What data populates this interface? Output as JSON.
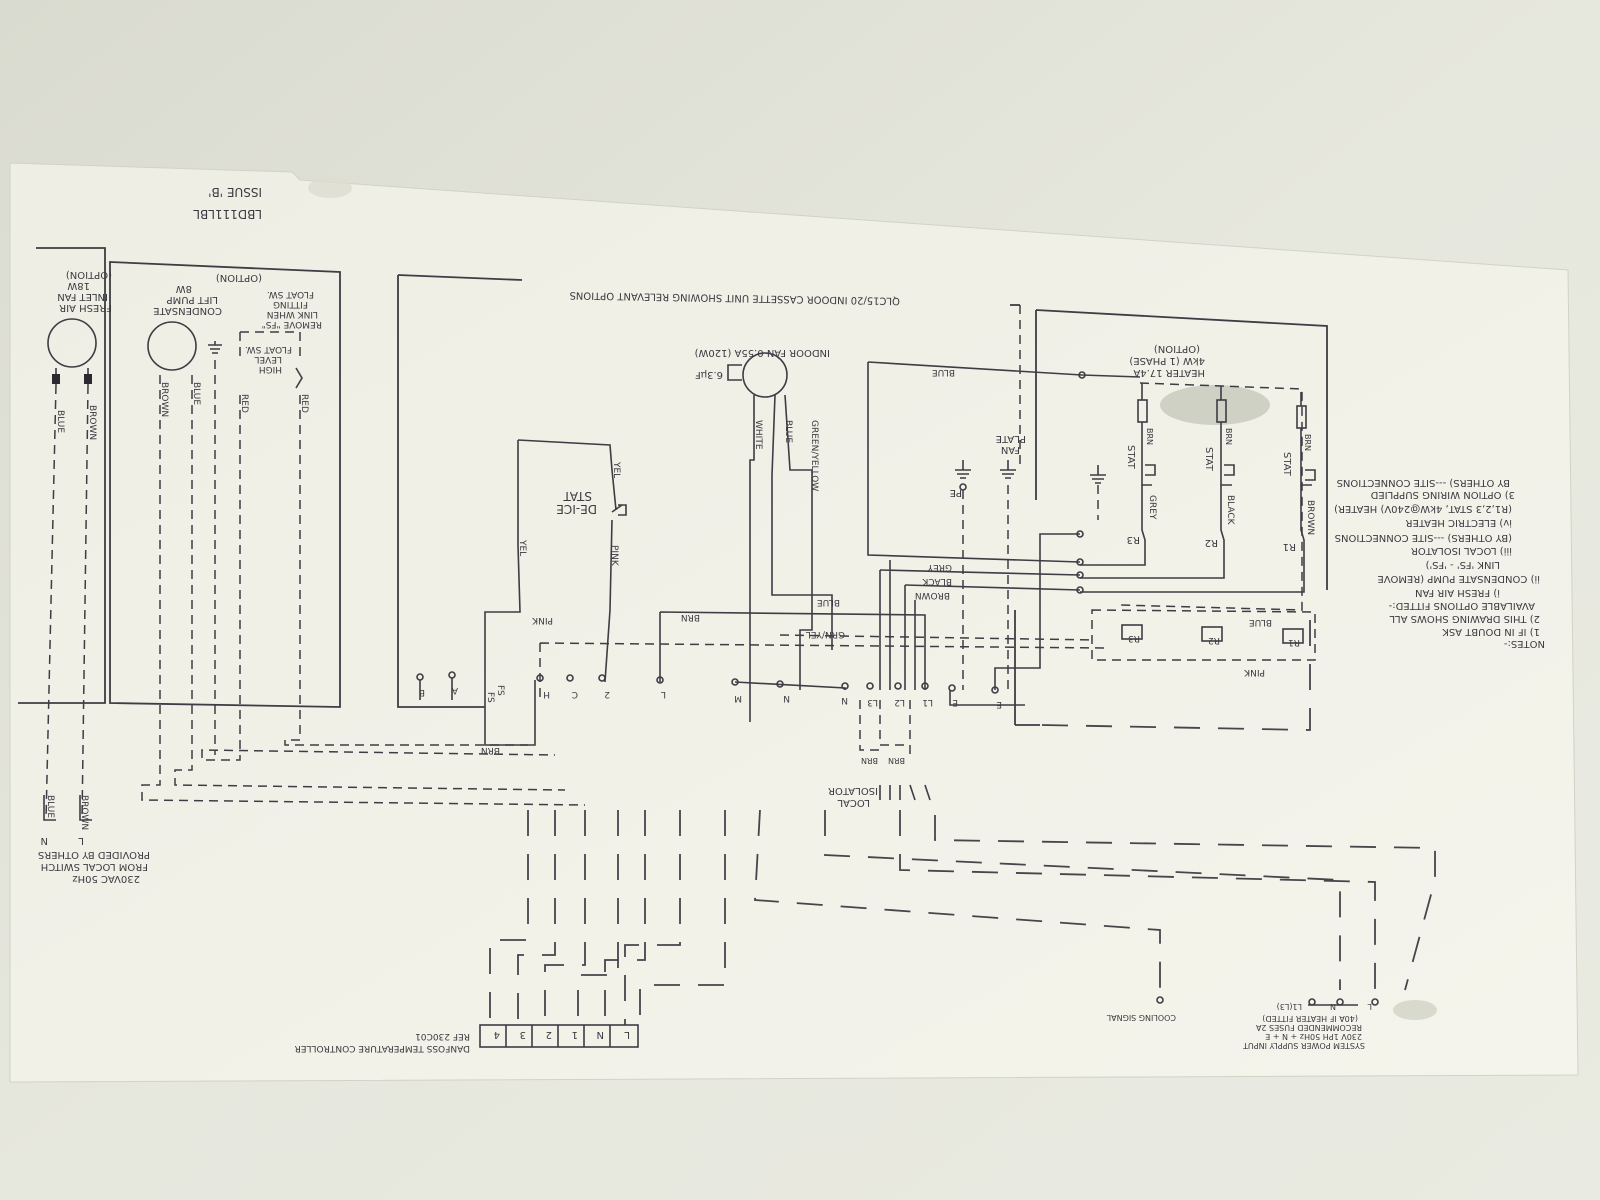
{
  "drawing": {
    "drawing_number": "LBD111LBL",
    "issue": "ISSUE 'B'",
    "main_box_title": "QLC15/20 INDOOR CASSETTE UNIT SHOWING RELEVANT OPTIONS"
  },
  "components": {
    "fresh_air_fan": {
      "lines": [
        "FRESH AIR",
        "INLET FAN",
        "18W",
        "(OPTION)"
      ]
    },
    "condensate_pump": {
      "lines": [
        "CONDENSATE",
        "LIFT PUMP",
        "8W",
        "(OPTION)"
      ]
    },
    "float_switch_note": {
      "lines": [
        "REMOVE \"FS\"",
        "LINK WHEN",
        "FITTING",
        "FLOAT SW."
      ]
    },
    "high_level_float": {
      "lines": [
        "HIGH",
        "LEVEL",
        "FLOAT SW."
      ]
    },
    "indoor_fan": {
      "label": "INDOOR FAN 0.55A (120W)",
      "capacitor": "6.3µF"
    },
    "deice_stat": {
      "lines": [
        "DE-ICE",
        "STAT"
      ]
    },
    "heater": {
      "lines": [
        "HEATER 17.4A",
        "4kW (1 PHASE)",
        "(OPTION)"
      ]
    },
    "fan_plate": {
      "lines": [
        "FAN",
        "PLATE"
      ]
    },
    "pe": "PE",
    "stat": "STAT",
    "local_isolator": {
      "lines": [
        "LOCAL",
        "ISOLATOR"
      ]
    },
    "relays": [
      "R1",
      "R2",
      "R3"
    ],
    "supply": {
      "lines": [
        "230VAC 50Hz",
        "FROM LOCAL SWITCH",
        "PROVIDED BY OTHERS"
      ],
      "l": "L",
      "n": "N"
    }
  },
  "wires": {
    "blue": "BLUE",
    "brown": "BROWN",
    "red": "RED",
    "white": "WHITE",
    "green_yellow": "GREEN/YELLOW",
    "grn_yel": "GRN/YEL",
    "yel": "YEL",
    "pink": "PINK",
    "brn": "BRN",
    "grey": "GREY",
    "black": "BLACK"
  },
  "terminals": [
    "B",
    "A",
    "FS",
    "FS",
    "H",
    "C",
    "2",
    "L",
    "M",
    "N",
    "N",
    "L3",
    "L2",
    "L1",
    "E",
    "E"
  ],
  "notes": {
    "title": "NOTES:-",
    "lines": [
      "1) IF IN DOUBT ASK",
      "2) THIS DRAWING SHOWS ALL",
      "AVAILABLE OPTIONS FITTED:-",
      "i) FRESH AIR FAN",
      "ii) CONDENSATE PUMP (REMOVE",
      "LINK 'FS' - 'FS')",
      "iii) LOCAL ISOLATOR",
      "(BY OTHERS) ---SITE CONNECTIONS",
      "iv) ELECTRIC HEATER",
      "(R1,2,3 STAT, 4kW@240V) HEATER)",
      "3) OPTION WIRING SUPPLIED",
      "BY OTHERS) ---SITE CONNECTIONS"
    ]
  },
  "controller": {
    "name": "DANFOSS TEMPERATURE CONTROLLER",
    "ref": "REF 230C01",
    "terminals": [
      "L",
      "N",
      "1",
      "2",
      "3",
      "4"
    ]
  },
  "cooling_signal": "COOLING SIGNAL",
  "system_supply": {
    "lines": [
      "SYSTEM POWER SUPPLY INPUT",
      "230V 1PH 50Hz + N + E",
      "RECOMMENDED FUSES 2A",
      "(40A IF HEATER FITTED)"
    ],
    "terminals": [
      "L1(L3)",
      "N",
      "L"
    ]
  },
  "colors": {
    "background": "#e6e6dc",
    "paper": "#f2f2ea",
    "ink": "#3d3d45"
  }
}
